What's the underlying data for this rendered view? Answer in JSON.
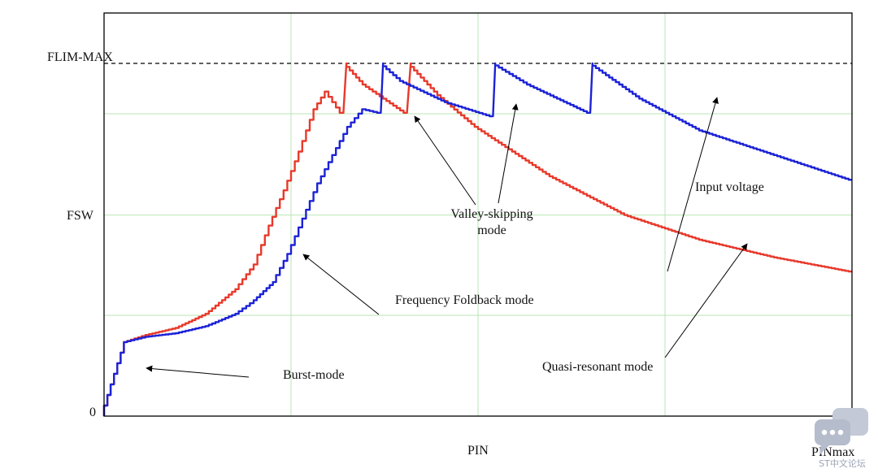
{
  "chart_data": {
    "type": "line",
    "xlabel": "PIN",
    "x_end_label": "PINmax",
    "y_ticks": [
      {
        "label": "FLIM-MAX",
        "y": 1.0
      },
      {
        "label": "FSW",
        "y": 0.57
      },
      {
        "label": "0",
        "y": 0.0
      }
    ],
    "xlim": [
      0,
      1
    ],
    "ylim": [
      0,
      1
    ],
    "limit_line": {
      "y": 1.0,
      "style": "dashed"
    },
    "grid": true,
    "series": [
      {
        "color": "#e8392b",
        "points": [
          [
            0,
            0
          ],
          [
            0.031,
            0.21
          ],
          [
            0.06,
            0.23
          ],
          [
            0.1,
            0.25
          ],
          [
            0.14,
            0.29
          ],
          [
            0.18,
            0.36
          ],
          [
            0.205,
            0.43
          ],
          [
            0.225,
            0.54
          ],
          [
            0.245,
            0.64
          ],
          [
            0.265,
            0.75
          ],
          [
            0.285,
            0.87
          ],
          [
            0.3,
            0.92
          ],
          [
            0.32,
            0.86
          ],
          [
            0.324,
            1.0
          ],
          [
            0.35,
            0.94
          ],
          [
            0.405,
            0.86
          ],
          [
            0.41,
            1.0
          ],
          [
            0.45,
            0.91
          ],
          [
            0.5,
            0.82
          ],
          [
            0.6,
            0.68
          ],
          [
            0.7,
            0.57
          ],
          [
            0.8,
            0.5
          ],
          [
            0.9,
            0.45
          ],
          [
            1.0,
            0.41
          ]
        ]
      },
      {
        "color": "#1b22d6",
        "points": [
          [
            0,
            0
          ],
          [
            0.031,
            0.21
          ],
          [
            0.06,
            0.225
          ],
          [
            0.1,
            0.235
          ],
          [
            0.14,
            0.255
          ],
          [
            0.18,
            0.29
          ],
          [
            0.2,
            0.32
          ],
          [
            0.23,
            0.38
          ],
          [
            0.25,
            0.46
          ],
          [
            0.27,
            0.56
          ],
          [
            0.29,
            0.66
          ],
          [
            0.31,
            0.74
          ],
          [
            0.33,
            0.82
          ],
          [
            0.35,
            0.87
          ],
          [
            0.37,
            0.86
          ],
          [
            0.373,
            1.0
          ],
          [
            0.4,
            0.95
          ],
          [
            0.46,
            0.89
          ],
          [
            0.52,
            0.85
          ],
          [
            0.523,
            1.0
          ],
          [
            0.57,
            0.94
          ],
          [
            0.65,
            0.86
          ],
          [
            0.653,
            1.0
          ],
          [
            0.72,
            0.9
          ],
          [
            0.8,
            0.81
          ],
          [
            0.9,
            0.74
          ],
          [
            1.0,
            0.67
          ]
        ]
      }
    ]
  },
  "annotations": {
    "burst": "Burst-mode",
    "foldback": "Frequency Foldback mode",
    "valley": [
      "Valley-skipping",
      "mode"
    ],
    "input_voltage": "Input voltage",
    "quasi": "Quasi-resonant mode"
  },
  "watermark": "ST中文论坛"
}
